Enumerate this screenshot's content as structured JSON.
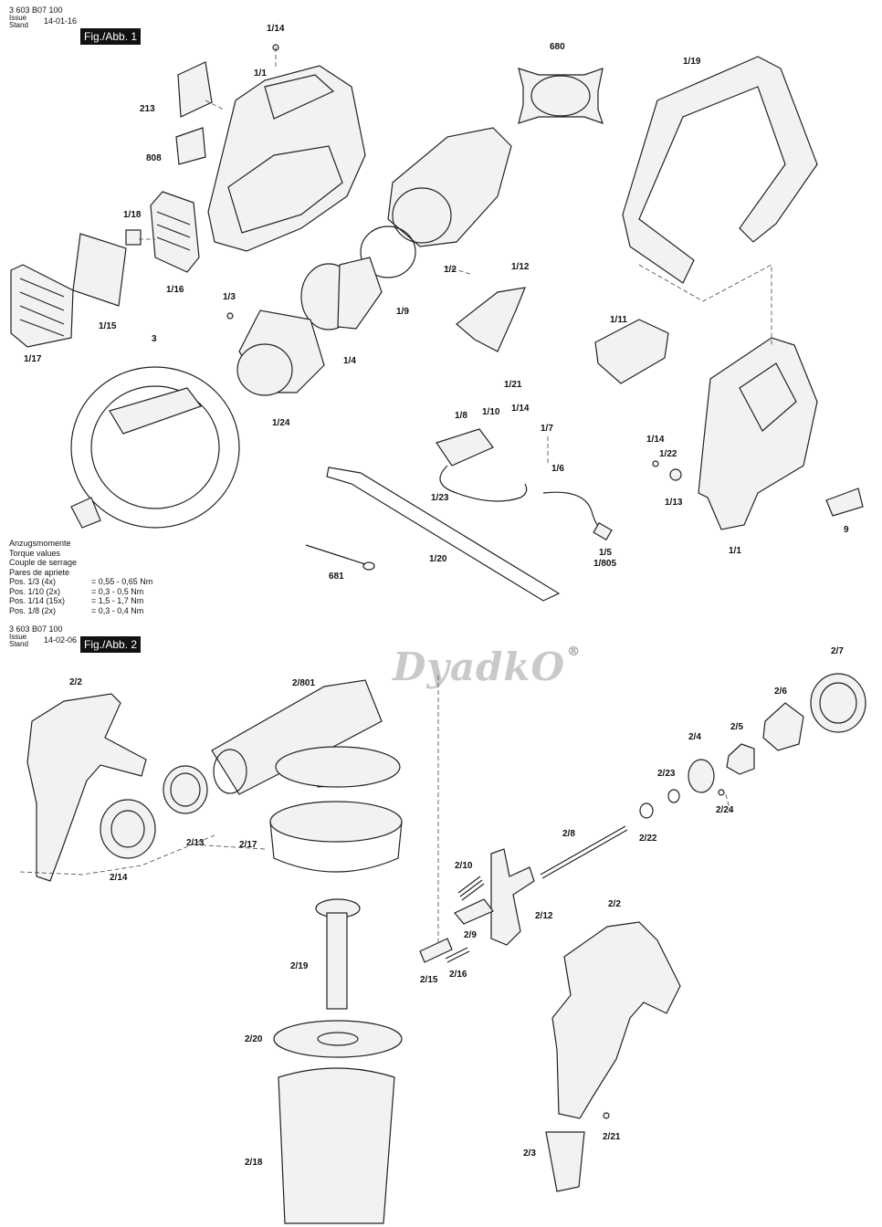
{
  "fig1": {
    "code": "3 603 B07 100",
    "issue": "Issue Stand",
    "date": "14-01-16",
    "fig": "Fig./Abb. 1"
  },
  "fig2": {
    "code": "3 603 B07 100",
    "issue": "Issue Stand",
    "date": "14-02-06",
    "fig": "Fig./Abb. 2"
  },
  "watermark": "DyadkO",
  "watermark_mark": "®",
  "torque": {
    "title": [
      "Anzugsmomente",
      "Torque values",
      "Couple de serrage",
      "Pares de apriete"
    ],
    "rows": [
      {
        "pos": "Pos. 1/3 (4x)",
        "val": "= 0,55 - 0,65 Nm"
      },
      {
        "pos": "Pos. 1/10 (2x)",
        "val": "= 0,3 - 0,5 Nm"
      },
      {
        "pos": "Pos. 1/14 (15x)",
        "val": "= 1,5 - 1,7 Nm"
      },
      {
        "pos": "Pos. 1/8 (2x)",
        "val": "= 0,3 - 0,4 Nm"
      }
    ]
  },
  "labels1": [
    "1/14",
    "680",
    "1/19",
    "1/1",
    "213",
    "808",
    "1/18",
    "1/16",
    "1/17",
    "1/15",
    "1/2",
    "1/9",
    "1/12",
    "1/3",
    "1/4",
    "1/11",
    "1/21",
    "3",
    "1/24",
    "1/8",
    "1/10",
    "1/14",
    "1/7",
    "1/14",
    "1/22",
    "1/13",
    "1/23",
    "1/6",
    "9",
    "1/20",
    "1/5",
    "1/805",
    "1/1",
    "681"
  ],
  "labels2": [
    "2/7",
    "2/2",
    "2/801",
    "2/6",
    "2/5",
    "2/4",
    "2/23",
    "2/24",
    "2/13",
    "2/14",
    "2/17",
    "2/8",
    "2/22",
    "2/10",
    "2/12",
    "2/9",
    "2/2",
    "2/15",
    "2/16",
    "2/19",
    "2/20",
    "2/21",
    "2/18",
    "2/3"
  ]
}
